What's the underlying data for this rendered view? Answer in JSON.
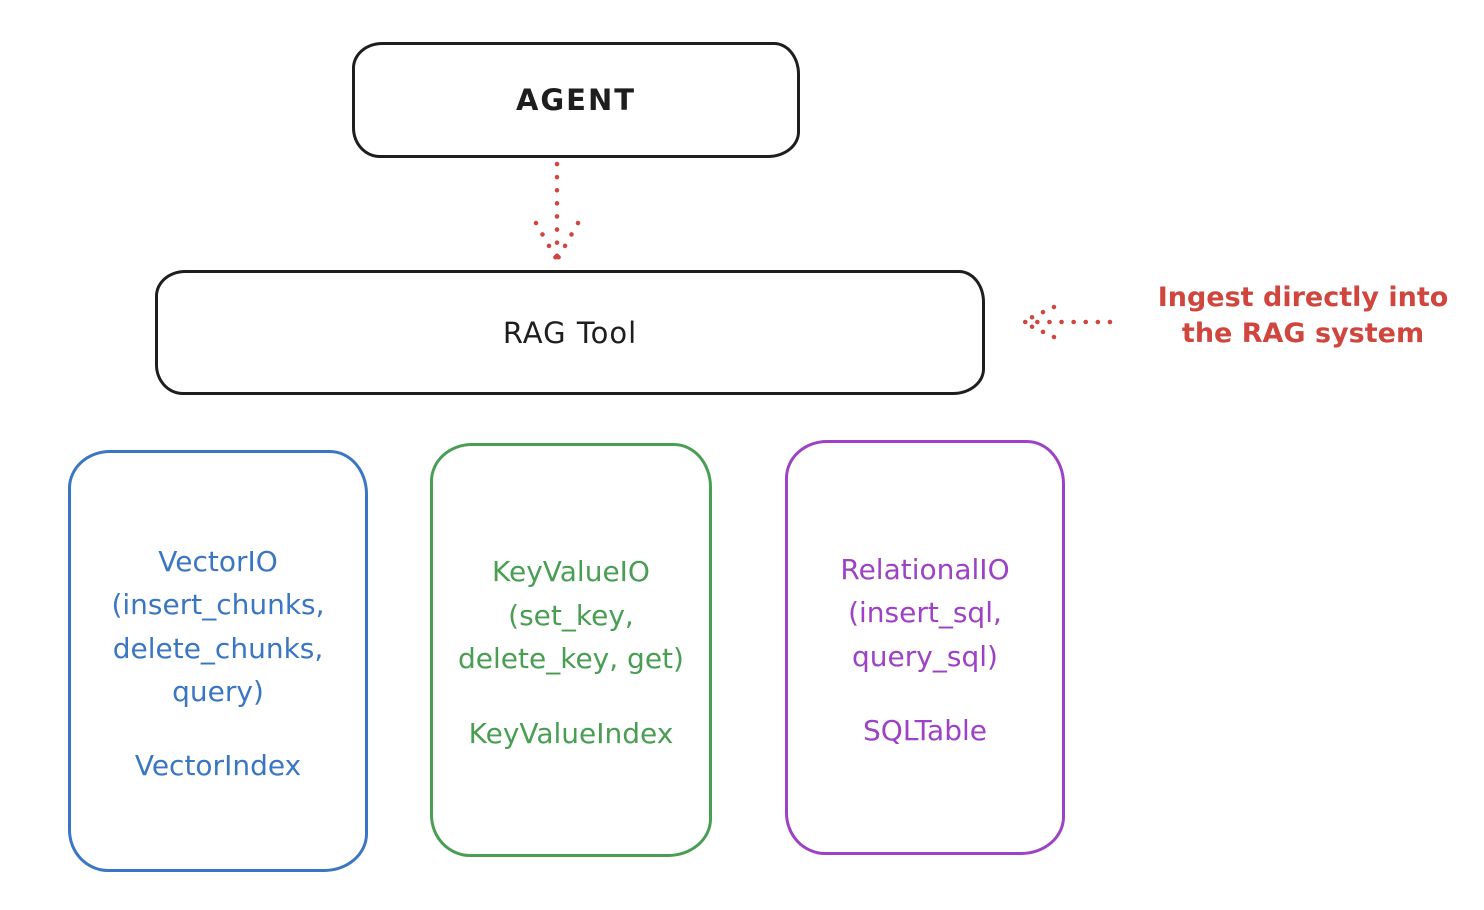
{
  "agent_box": {
    "label": "AGENT"
  },
  "rag_tool_box": {
    "label": "RAG Tool"
  },
  "annotation": {
    "text": "Ingest directly into\nthe RAG system"
  },
  "backends": [
    {
      "name": "vector-io",
      "methods": "VectorIO\n(insert_chunks,\ndelete_chunks,\nquery)",
      "index": "VectorIndex",
      "color": "#3b76c3"
    },
    {
      "name": "key-value-io",
      "methods": "KeyValueIO\n(set_key,\ndelete_key, get)",
      "index": "KeyValueIndex",
      "color": "#4a9e54"
    },
    {
      "name": "relational-io",
      "methods": "RelationalIO\n(insert_sql,\nquery_sql)",
      "index": "SQLTable",
      "color": "#9d41c6"
    }
  ],
  "colors": {
    "stroke": "#1e1e1e",
    "red": "#d0453e",
    "blue": "#3b76c3",
    "green": "#4a9e54",
    "purple": "#9d41c6",
    "background": "#ffffff"
  }
}
